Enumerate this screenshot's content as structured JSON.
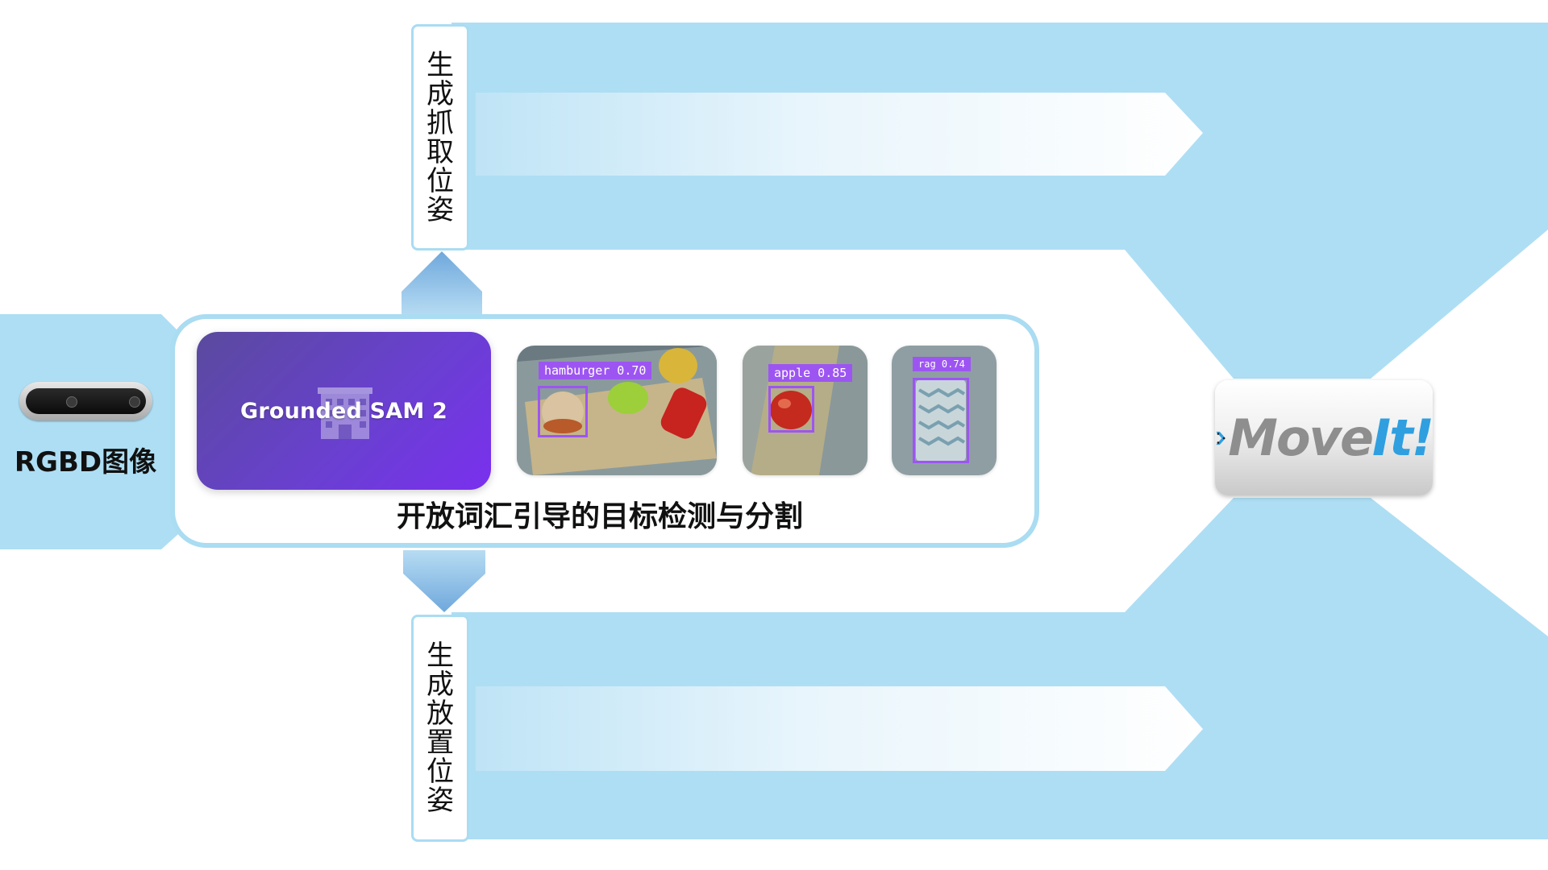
{
  "top_label": "生成抓取位姿",
  "bottom_label": "生成放置位姿",
  "input": {
    "label": "RGBD图像",
    "device_icon": "depth-camera-icon"
  },
  "model": {
    "name": "Grounded SAM 2",
    "icon": "building-icon"
  },
  "detections": [
    {
      "label": "hamburger 0.70"
    },
    {
      "label": "apple 0.85"
    },
    {
      "label": "rag 0.74"
    }
  ],
  "caption": "开放词汇引导的目标检测与分割",
  "output": {
    "logo_main": "MoveIt!",
    "logo_icon": "moveit-chevron-icon"
  },
  "colors": {
    "arrow_fill": "#aedef4",
    "model_card_start": "#5a4a9e",
    "model_card_end": "#7a30ee",
    "detection_box": "#9d55f2"
  }
}
